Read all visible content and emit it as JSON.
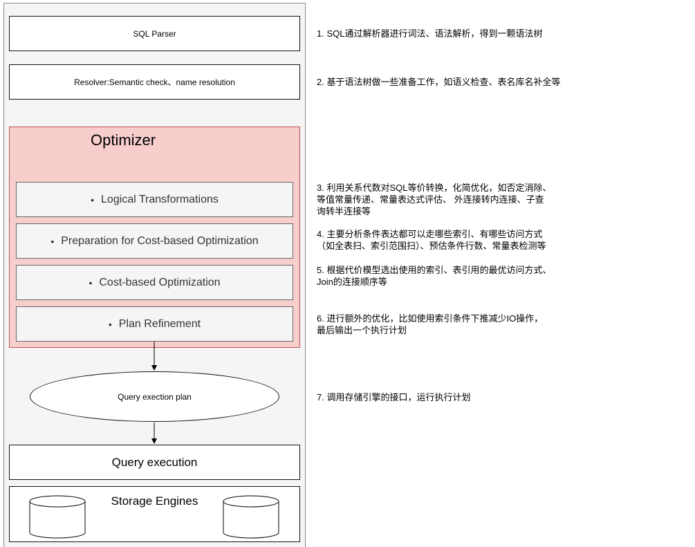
{
  "parser_label": "SQL Parser",
  "resolver_label": "Resolver:Semantic check、name resolution",
  "optimizer": {
    "title": "Optimizer",
    "steps": [
      "Logical Transformations",
      "Preparation for Cost-based Optimization",
      "Cost-based Optimization",
      "Plan Refinement"
    ]
  },
  "plan_label": "Query exection plan",
  "execution_label": "Query execution",
  "storage_label": "Storage Engines",
  "notes": [
    [
      "1. SQL通过解析器进行词法、语法解析，得到一颗语法树"
    ],
    [
      "2. 基于语法树做一些准备工作，如语义检查、表名库名补全等"
    ],
    [
      "3. 利用关系代数对SQL等价转换，化简优化，如否定消除、",
      "等值常量传递、常量表达式评估、 外连接转内连接、子查",
      "询转半连接等"
    ],
    [
      "4. 主要分析条件表达都可以走哪些索引、有哪些访问方式",
      "（如全表扫、索引范围扫）、预估条件行数、常量表检测等"
    ],
    [
      "5. 根据代价模型选出使用的索引、表引用的最优访问方式、",
      "Join的连接顺序等"
    ],
    [
      "6. 进行额外的优化，比如使用索引条件下推减少IO操作，",
      "最后输出一个执行计划"
    ],
    [
      "7. 调用存储引擎的接口，运行执行计划"
    ]
  ]
}
